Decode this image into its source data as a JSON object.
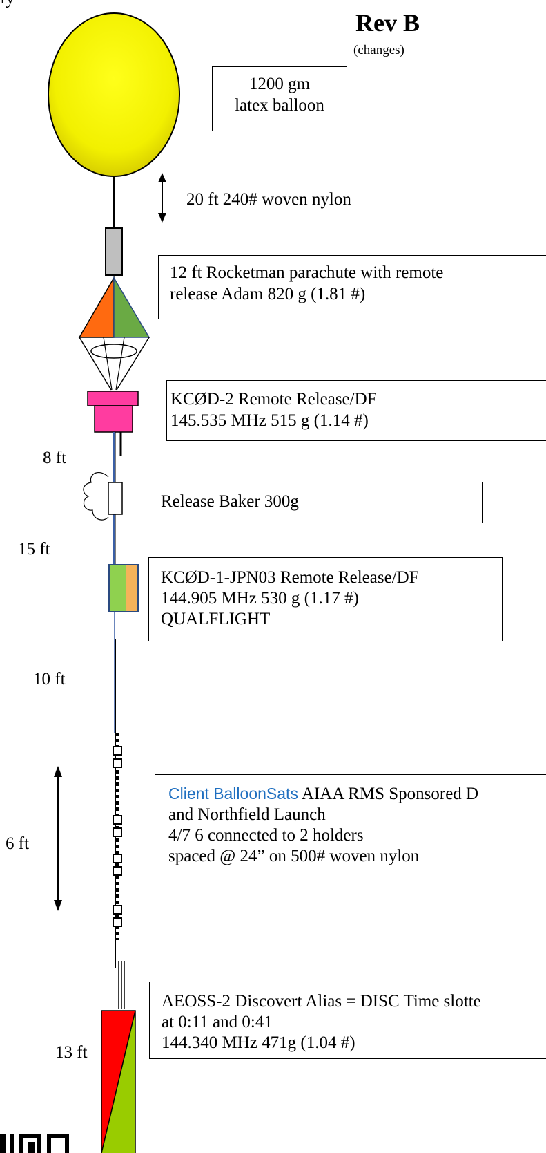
{
  "header": {
    "top_left": "ly",
    "revision": "Rev B",
    "revision_note": "(changes)"
  },
  "balloon": {
    "label_lines": [
      "1200 gm",
      "latex balloon"
    ],
    "color": "#ffff00"
  },
  "tether_top": {
    "label": "20 ft 240# woven nylon"
  },
  "parachute": {
    "lines": [
      "12 ft Rocketman parachute with remote",
      "release Adam   820 g (1.81 #)"
    ],
    "colors": [
      "#ff6a10",
      "#6aaa44"
    ]
  },
  "release_df2": {
    "lines": [
      "KCØD-2 Remote Release/DF",
      "145.535 MHz 515 g (1.14 #)"
    ],
    "color": "#ff3ca0"
  },
  "spacing_labels": {
    "s1": "8 ft",
    "s2": "15 ft",
    "s3": "10 ft",
    "s4": "6 ft",
    "s5": "13 ft"
  },
  "release_baker": {
    "label": "Release Baker 300g"
  },
  "release_df1": {
    "lines": [
      "KCØD-1-JPN03 Remote Release/DF",
      "144.905 MHz 530 g (1.17 #)",
      "QUALFLIGHT"
    ],
    "colors": [
      "#8fd14f",
      "#f4b35a"
    ]
  },
  "balloonsats": {
    "line1_prefix": "Client BalloonSats",
    "line1_rest": " AIAA RMS Sponsored D",
    "lines": [
      "and Northfield Launch",
      "4/7 6 connected to 2 holders",
      "spaced @ 24” on 500# woven nylon"
    ]
  },
  "aeoss": {
    "lines": [
      "AEOSS-2 Discovert  Alias = DISC Time slotte",
      "at 0:11 and 0:41",
      "144.340 MHz   471g (1.04 #)"
    ],
    "colors": [
      "#ff0000",
      "#99cc00"
    ]
  }
}
